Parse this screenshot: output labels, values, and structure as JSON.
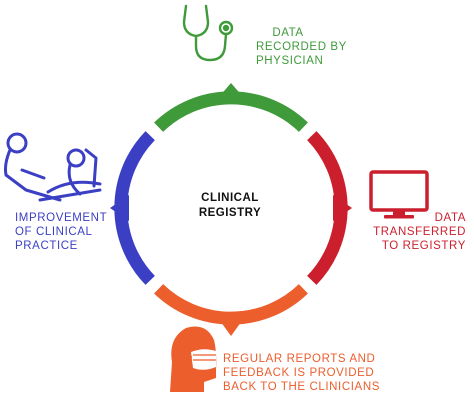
{
  "center_label": [
    "CLINICAL",
    "REGISTRY"
  ],
  "steps": [
    {
      "id": "top",
      "color": "#3f9a3a",
      "icon": "stethoscope-icon",
      "lines": [
        "DATA",
        "RECORDED BY",
        "PHYSICIAN"
      ]
    },
    {
      "id": "right",
      "color": "#cc1f2e",
      "icon": "computer-monitor-icon",
      "lines": [
        "DATA",
        "TRANSFERRED",
        "TO REGISTRY"
      ]
    },
    {
      "id": "bottom",
      "color": "#ec5e2c",
      "icon": "masked-clinician-icon",
      "lines": [
        "REGULAR REPORTS AND",
        "FEEDBACK IS PROVIDED",
        "BACK TO THE CLINICIANS"
      ]
    },
    {
      "id": "left",
      "color": "#3b3fc4",
      "icon": "patient-care-icon",
      "lines": [
        "IMPROVEMENT",
        "OF CLINICAL",
        "PRACTICE"
      ]
    }
  ]
}
